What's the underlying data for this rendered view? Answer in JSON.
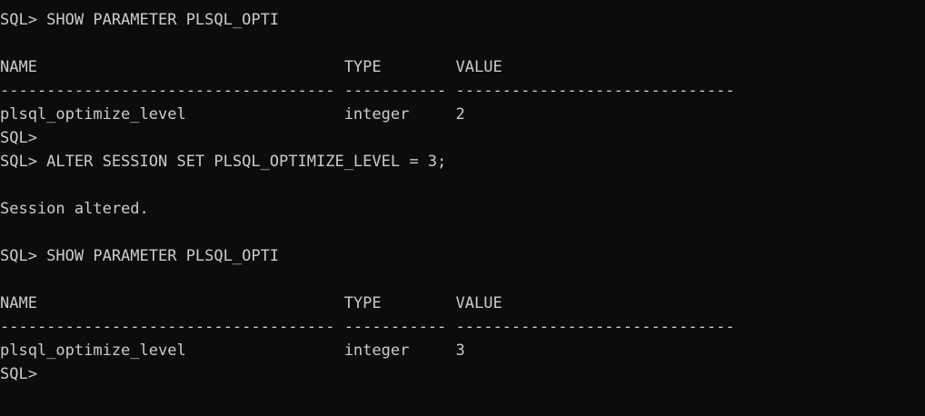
{
  "terminal": {
    "lines": [
      "SQL> SHOW PARAMETER PLSQL_OPTI",
      "",
      "NAME                                 TYPE        VALUE",
      "------------------------------------ ----------- ------------------------------",
      "plsql_optimize_level                 integer     2",
      "SQL>",
      "SQL> ALTER SESSION SET PLSQL_OPTIMIZE_LEVEL = 3;",
      "",
      "Session altered.",
      "",
      "SQL> SHOW PARAMETER PLSQL_OPTI",
      "",
      "NAME                                 TYPE        VALUE",
      "------------------------------------ ----------- ------------------------------",
      "plsql_optimize_level                 integer     3",
      "SQL>"
    ]
  }
}
